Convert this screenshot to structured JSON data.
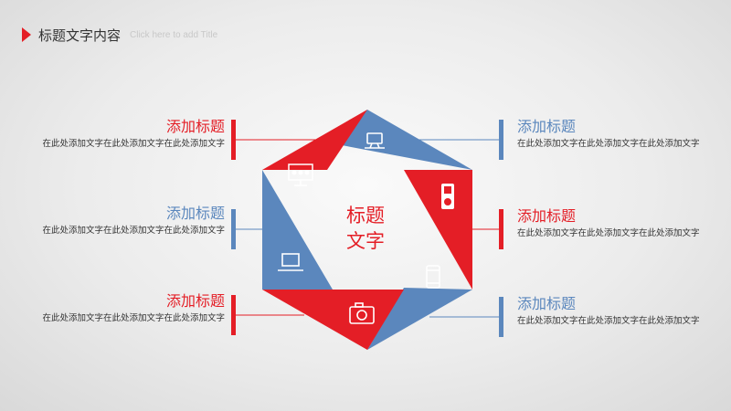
{
  "header": {
    "title": "标题文字内容",
    "subtitle": "Click here to add Title"
  },
  "center": {
    "line1": "标题",
    "line2": "文字"
  },
  "colors": {
    "red": "#e41e26",
    "blue": "#5b87bd"
  },
  "items": [
    {
      "title": "添加标题",
      "body": "在此处添加文字在此处添加文字在此处添加文字",
      "color": "red"
    },
    {
      "title": "添加标题",
      "body": "在此处添加文字在此处添加文字在此处添加文字",
      "color": "blue"
    },
    {
      "title": "添加标题",
      "body": "在此处添加文字在此处添加文字在此处添加文字",
      "color": "red"
    },
    {
      "title": "添加标题",
      "body": "在此处添加文字在此处添加文字在此处添加文字",
      "color": "blue"
    },
    {
      "title": "添加标题",
      "body": "在此处添加文字在此处添加文字在此处添加文字",
      "color": "red"
    },
    {
      "title": "添加标题",
      "body": "在此处添加文字在此处添加文字在此处添加文字",
      "color": "blue"
    }
  ],
  "icons": [
    "computer-icon",
    "music-player-icon",
    "phone-icon",
    "camera-icon",
    "laptop-icon",
    "presentation-icon"
  ]
}
